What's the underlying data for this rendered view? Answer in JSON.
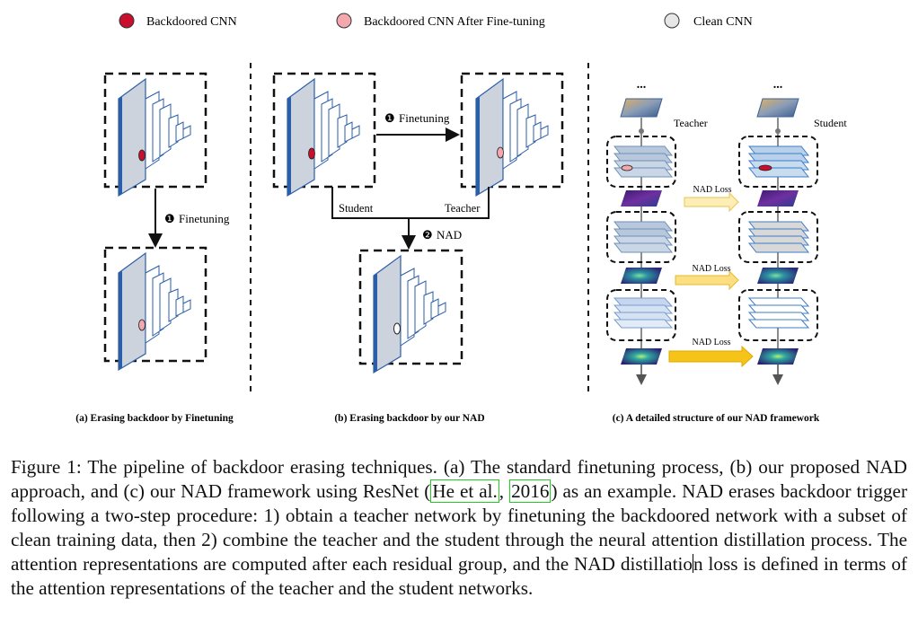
{
  "legend": {
    "backdoored": "Backdoored CNN",
    "finetuned": "Backdoored CNN After Fine-tuning",
    "clean": "Clean CNN",
    "colors": {
      "backdoored": "#c8102e",
      "finetuned": "#f4a7ad",
      "clean": "#e6e6e6"
    }
  },
  "panel_a": {
    "caption": "(a) Erasing backdoor by Finetuning",
    "step": "Finetuning",
    "step_glyph": "❶"
  },
  "panel_b": {
    "caption": "(b) Erasing backdoor by our NAD",
    "step1": "Finetuning",
    "step1_glyph": "❶",
    "step2": "NAD",
    "step2_glyph": "❷",
    "student": "Student",
    "teacher": "Teacher"
  },
  "panel_c": {
    "caption": "(c) A detailed structure of our NAD framework",
    "teacher": "Teacher",
    "student": "Student",
    "dots": "...",
    "loss": "NAD Loss"
  },
  "caption": {
    "p1": "Figure 1: The pipeline of backdoor erasing techniques. (a) The standard finetuning process, (b) our proposed NAD approach, and (c) our NAD framework using ResNet (",
    "cite_author": "He et al.",
    "cite_sep": ", ",
    "cite_year": "2016",
    "p2": ") as an example. NAD erases backdoor trigger following a two-step procedure: 1) obtain a teacher network by finetuning the backdoored network with a subset of clean training data, then 2) combine the teacher and the student through the neural attention distillation process. The attention representations are computed after each residual group, and the NAD distillatio",
    "p3": "n loss is defined in terms of the attention representations of the teacher and the student networks."
  }
}
